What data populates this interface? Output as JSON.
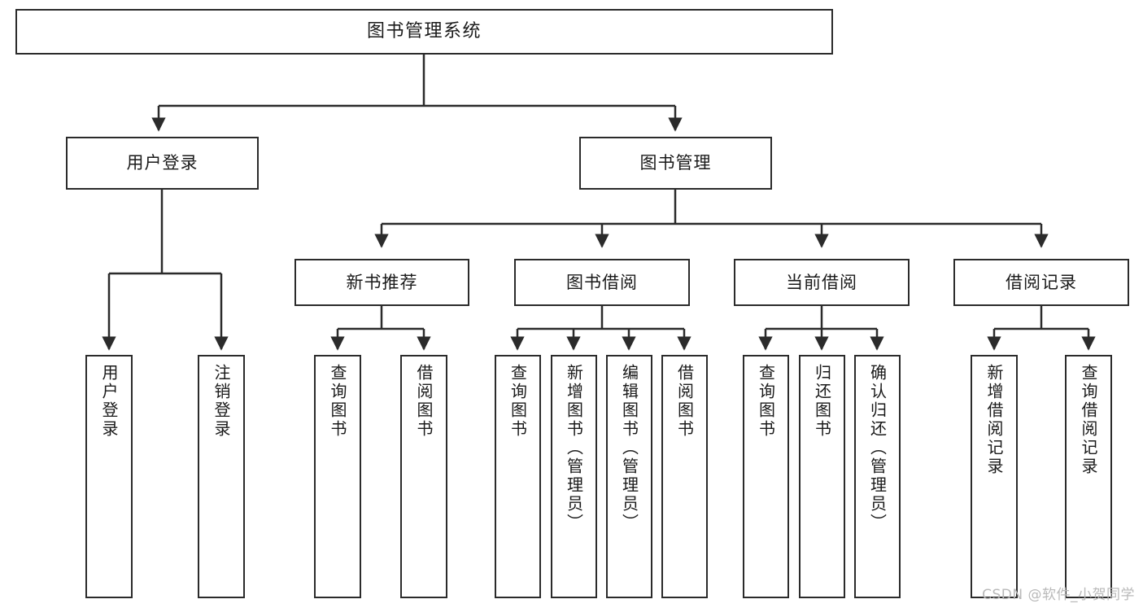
{
  "diagram": {
    "type": "tree",
    "title": "图书管理系统",
    "orientation": "top-down",
    "line_color": "#2b2b2b",
    "box_fill": "#ffffff",
    "text_color": "#1a1a1a",
    "levels": 4
  },
  "nodes": {
    "root": {
      "label": "图书管理系统"
    },
    "level2": [
      {
        "label": "用户登录"
      },
      {
        "label": "图书管理"
      }
    ],
    "level3": [
      {
        "label": "新书推荐"
      },
      {
        "label": "图书借阅"
      },
      {
        "label": "当前借阅"
      },
      {
        "label": "借阅记录"
      }
    ],
    "leaves": {
      "user_login": [
        {
          "label": "用户登录"
        },
        {
          "label": "注销登录"
        }
      ],
      "new_book": [
        {
          "label": "查询图书"
        },
        {
          "label": "借阅图书"
        }
      ],
      "book_borrow": [
        {
          "label": "查询图书"
        },
        {
          "label": "新增图书（管理员）"
        },
        {
          "label": "编辑图书（管理员）"
        },
        {
          "label": "借阅图书"
        }
      ],
      "current_borrow": [
        {
          "label": "查询图书"
        },
        {
          "label": "归还图书"
        },
        {
          "label": "确认归还（管理员）"
        }
      ],
      "borrow_record": [
        {
          "label": "新增借阅记录"
        },
        {
          "label": "查询借阅记录"
        }
      ]
    }
  },
  "watermark": {
    "text": "CSDN @软件_小贺同学"
  }
}
